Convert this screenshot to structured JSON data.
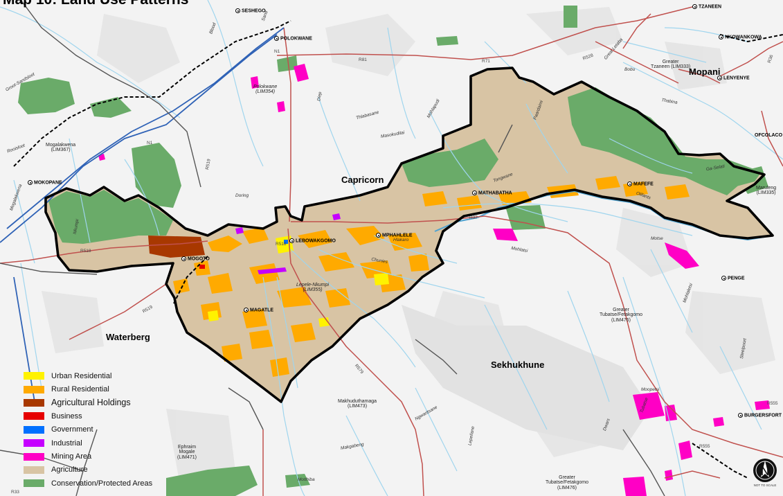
{
  "title": "Map 10: Land Use Patterns",
  "colors": {
    "agriculture": "#d8c4a4",
    "conservation": "#6aab69",
    "urban_residential": "#fff200",
    "rural_residential": "#ffaa00",
    "agricultural_holdings": "#a83800",
    "business": "#e60000",
    "government": "#0070ff",
    "industrial": "#c500ff",
    "mining": "#ff00c5",
    "river": "#9fd5ee",
    "road": "#c0504d",
    "boundary": "#000000"
  },
  "regions": {
    "capricorn": "Capricorn",
    "waterberg": "Waterberg",
    "sekhukhune": "Sekhukhune",
    "mopani": "Mopani"
  },
  "towns": {
    "seshego": "SESHEGO",
    "polokwane": "POLOKWANE",
    "tzaneen": "TZANEEN",
    "nkowankowa": "NKOWANKOWA",
    "lenyenye": "LENYENYE",
    "ofcolaco": "OFCOLACO",
    "mokopane": "MOKOPANE",
    "mathabatha": "MATHABATHA",
    "mafefe": "MAFEFE",
    "lebowakgomo": "LEBOWAKGOMO",
    "mphahlele": "MPHAHLELE",
    "mogoto": "MOGOTO",
    "magatle": "MAGATLE",
    "penge": "PENGE",
    "burgersfort": "BURGERSFORT"
  },
  "municipalities": {
    "polokwane": [
      "Polokwane",
      "(LIM354)"
    ],
    "mogalakwena": [
      "Mogalakwena",
      "(LIM367)"
    ],
    "greater_tzaneen": [
      "Greater",
      "Tzaneen (LIM333)"
    ],
    "maruleng": [
      "Maruleng",
      "(LIM335)"
    ],
    "lepelle": [
      "Lepele-Nkumpi",
      "(LIM355)"
    ],
    "tubatse": [
      "Greater",
      "Tubatse/Fetakgomo",
      "(LIM476)"
    ],
    "makhuduthamaga": [
      "Makhuduthamaga",
      "(LIM473)"
    ],
    "ephraim": [
      "Ephraim",
      "Mogale",
      "(LIM471)"
    ],
    "tubatse2": [
      "Greater",
      "Tubatse/Fetakgomo",
      "(LIM476)"
    ]
  },
  "rivers": {
    "sand": "Sand",
    "blood": "Blood",
    "dap": "Diep",
    "thabasane": "Thlabasane",
    "masokudital": "Masokuditai",
    "mutlepudi": "Mohlapudi",
    "pardamal": "Paardaimi",
    "bobu": "Bobu",
    "thabina": "Thabina",
    "great_letaba": "Great Letaba",
    "selati": "Ga-Selati",
    "tongwane": "Tongwane",
    "olifants": "Olifants",
    "chunies": "Chunies",
    "hlakaro": "Hlakaro",
    "motse": "Motse",
    "minnamatsi": "Mohlatsi",
    "doring": "Doring",
    "mogalakwena": "Mogalakwena",
    "nkumpi": "Nkumpi",
    "steelpoort": "Steelpoort",
    "tubatse": "Tubatse",
    "makgabeng": "Makgabeng",
    "ngwaritsane": "Ngwaritsane",
    "moopetsi": "Moopetsi",
    "mohlaletsi": "Mohlaletsi",
    "groot_sandsloot": "Groot-Sandsloot",
    "rooisloot": "Rooisloot",
    "mothiba": "Motlhiba",
    "lepellane": "Lepellane",
    "dwars": "Dwars"
  },
  "roads": {
    "n1": "N1",
    "r81": "R81",
    "r71": "R71",
    "r37": "R37",
    "r518": "R518",
    "r519": "R519",
    "r579": "R579",
    "r555": "R555",
    "r36": "R36",
    "r528": "R528",
    "r33": "R33"
  },
  "legend": [
    {
      "label": "Urban Residential",
      "color": "#fff200"
    },
    {
      "label": "Rural Residential",
      "color": "#ffaa00"
    },
    {
      "label": "Agricultural Holdings",
      "color": "#a83800"
    },
    {
      "label": "Business",
      "color": "#e60000"
    },
    {
      "label": "Government",
      "color": "#0070ff"
    },
    {
      "label": "Industrial",
      "color": "#c500ff"
    },
    {
      "label": "Mining Area",
      "color": "#ff00c5"
    },
    {
      "label": "Agriculture",
      "color": "#d8c4a4"
    },
    {
      "label": "Conservation/Protected Areas",
      "color": "#6aab69"
    }
  ],
  "compass_text": "NOT TO SCALE"
}
